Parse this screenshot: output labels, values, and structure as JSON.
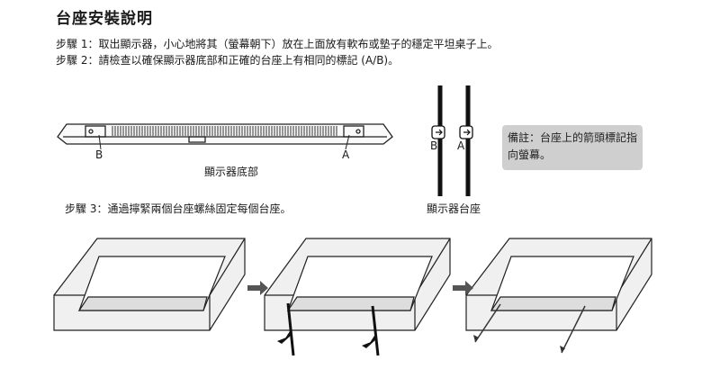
{
  "title": "台座安裝說明",
  "steps": {
    "step1": "步驟 1：取出顯示器，小心地將其（螢幕朝下）放在上面放有軟布或墊子的穩定平坦桌子上。",
    "step2": "步驟 2：請檢查以確保顯示器底部和正確的台座上有相同的標記 (A/B)。",
    "step3": "步驟 3：通過擰緊兩個台座螺絲固定每個台座。"
  },
  "diagram": {
    "bottom_caption": "顯示器底部",
    "stand_caption": "顯示器台座",
    "mark_a": "A",
    "mark_b": "B",
    "note": "備註：台座上的箭頭標記指向螢幕。"
  }
}
